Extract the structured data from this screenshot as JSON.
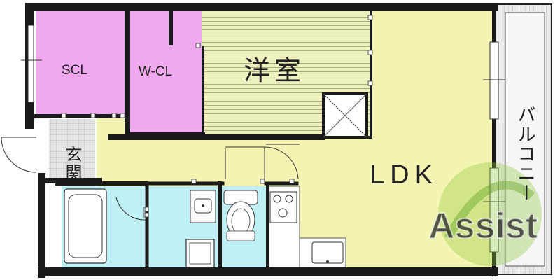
{
  "rooms": {
    "scl": "SCL",
    "wcl": "W-CL",
    "western": "洋室",
    "entrance": "玄関",
    "ldk": "LDK",
    "balcony": "バルコニー"
  },
  "watermark": {
    "brand": "Assist"
  },
  "colors": {
    "wall": "#1a1a1a",
    "closet": "#f0a8ee",
    "western_room": "#eef0bf",
    "ldk": "#f3f5b3",
    "wet_area": "#bff0f6",
    "entrance_tile": "#e3e3e3",
    "balcony": "#ececec",
    "watermark": "#8cc83a"
  }
}
